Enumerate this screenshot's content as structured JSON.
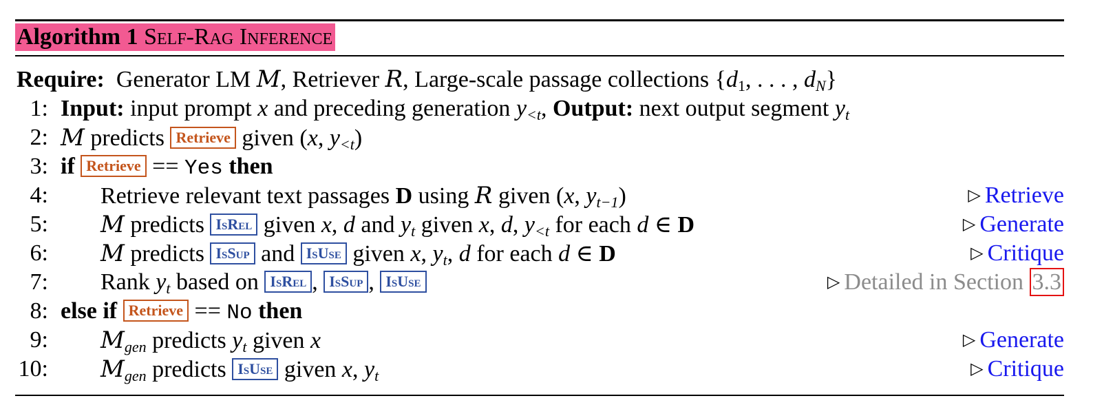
{
  "title": {
    "label": "Algorithm 1",
    "name": "Self-Rag Inference"
  },
  "tokens": {
    "retrieve": "Retrieve",
    "isrel": "IsRel",
    "issup": "IsSup",
    "isuse": "IsUse"
  },
  "require": {
    "label": "Require:",
    "text": "Generator LM 𝓜, Retriever 𝓡, Large-scale passage collections {d₁, . . . , d_N}"
  },
  "lines": [
    {
      "num": "1:"
    },
    {
      "num": "2:"
    },
    {
      "num": "3:"
    },
    {
      "num": "4:",
      "comment": "Retrieve"
    },
    {
      "num": "5:",
      "comment": "Generate"
    },
    {
      "num": "6:",
      "comment": "Critique"
    },
    {
      "num": "7:",
      "comment": "Detailed in Section",
      "ref": "3.3"
    },
    {
      "num": "8:"
    },
    {
      "num": "9:",
      "comment": "Generate"
    },
    {
      "num": "10:",
      "comment": "Critique"
    }
  ],
  "keywords": {
    "input": "Input:",
    "output": "Output:",
    "if": "if",
    "then": "then",
    "else_if": "else if",
    "yes": "Yes",
    "no": "No"
  },
  "colors": {
    "title_highlight": "#f25a92",
    "retrieve_token": "#c4551c",
    "critique_token": "#2e4fa0",
    "comment_blue": "#1818ee",
    "comment_gray": "#8c8c8c",
    "ref_box": "#e41212"
  }
}
